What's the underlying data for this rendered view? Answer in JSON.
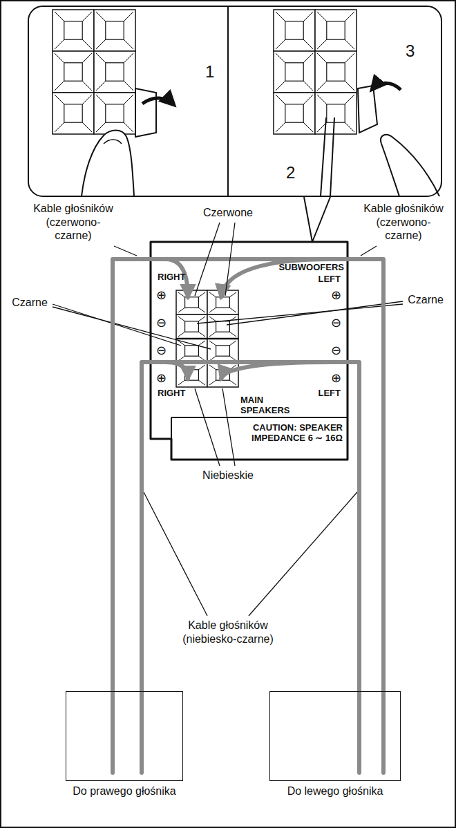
{
  "diagram": {
    "nodes": [
      {
        "text": [
          "1",
          "2",
          "3"
        ]
      },
      {
        "text": [
          "RIGHT",
          "SUBWOOFERS",
          "LEFT",
          "⊕",
          "⊕",
          "⊖",
          "⊖",
          "⊖",
          "⊖",
          "⊕",
          "⊕",
          "RIGHT",
          "LEFT",
          "MAIN SPEAKERS",
          "CAUTION: SPEAKER IMPEDANCE 6 ∼ 16Ω"
        ]
      },
      {
        "text": [
          "Do prawego głośnika"
        ]
      },
      {
        "text": [
          "Do lewego głośnika"
        ]
      }
    ],
    "edges": [
      {
        "from": 1,
        "to": 2,
        "arrow": "none"
      },
      {
        "from": 1,
        "to": 2,
        "arrow": "none"
      },
      {
        "from": 1,
        "to": 3,
        "arrow": "none"
      },
      {
        "from": 1,
        "to": 3,
        "arrow": "none"
      }
    ],
    "labels": [
      "Kable głośników (czerwono-czarne)",
      "Czerwone",
      "Kable głośników (czerwono-czarne)",
      "Czarne",
      "Czarne",
      "Niebieskie",
      "Kable głośników (niebiesko-czarne)"
    ]
  }
}
